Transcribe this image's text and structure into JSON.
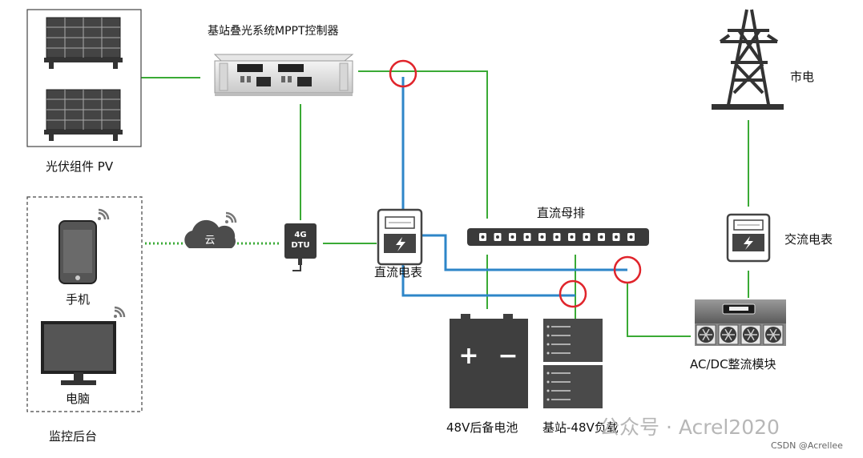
{
  "labels": {
    "pv": "光伏组件 PV",
    "mppt": "基站叠光系统MPPT控制器",
    "grid": "市电",
    "monitor": "监控后台",
    "phone": "手机",
    "computer": "电脑",
    "cloud": "云",
    "dtu": "4G\nDTU",
    "dc_meter": "直流电表",
    "busbar": "直流母排",
    "ac_meter": "交流电表",
    "rectifier": "AC/DC整流模块",
    "battery": "48V后备电池",
    "load": "基站-48V负载",
    "battery_plus": "+",
    "battery_minus": "−"
  },
  "watermark": {
    "main": "公众号 · Acrel2020",
    "credit": "CSDN @Acrellee"
  },
  "colors": {
    "green_line": "#3aaa35",
    "blue_line": "#2e86c8",
    "highlight_circle": "#e0242b",
    "device_dark": "#3f3f3f",
    "device_gray": "#5a5a5a"
  },
  "icons": [
    "solar-panel-icon",
    "transmission-tower-icon",
    "smartphone-icon",
    "monitor-icon",
    "cloud-icon",
    "wifi-signal-icon",
    "meter-icon"
  ]
}
